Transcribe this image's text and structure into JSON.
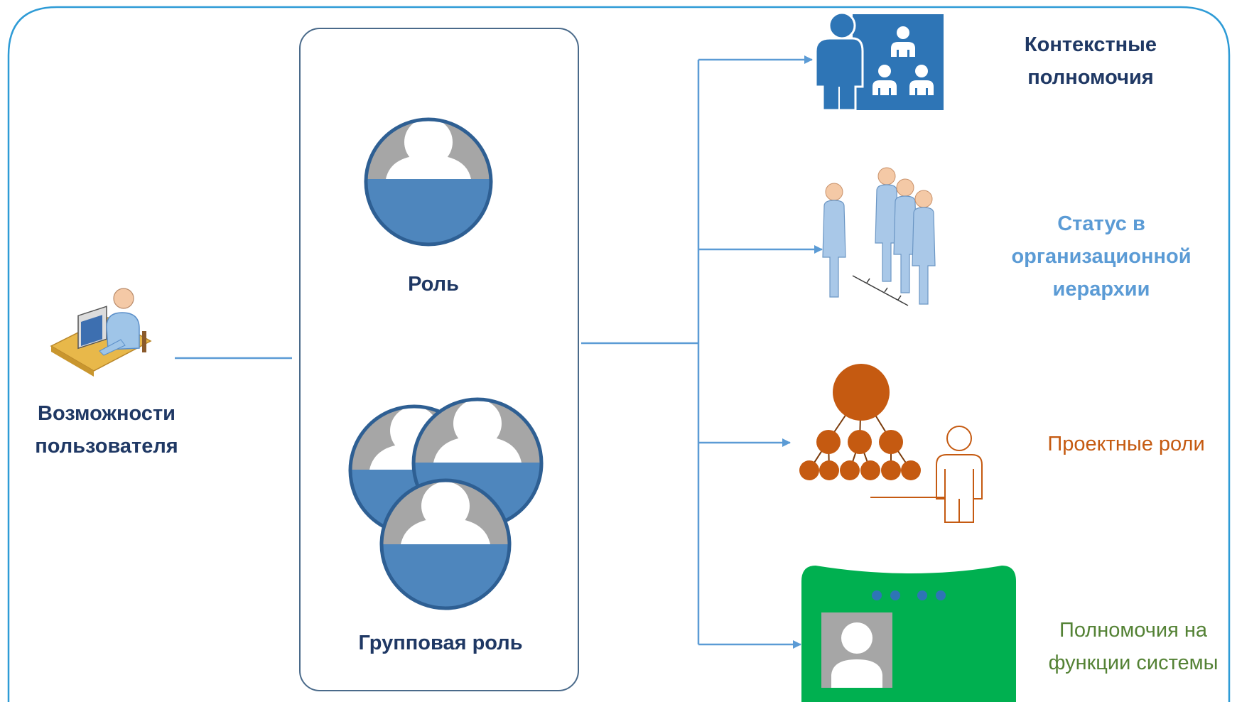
{
  "colors": {
    "frame": "#2e9bd6",
    "connector": "#5b9bd5",
    "role_blue": "#4e86bd",
    "avatar_gray": "#a6a6a6",
    "dark_blue_panel": "#2e75b6",
    "orange": "#c55a11",
    "green_panel": "#00b050",
    "dark_text": "#1f3864",
    "status_text": "#5b9bd5",
    "project_text": "#c55a11",
    "system_text": "#548235"
  },
  "labels": {
    "user": [
      "Возможности",
      "пользователя"
    ],
    "role": "Роль",
    "group_role": "Групповая роль",
    "context": [
      "Контекстные",
      "полномочия"
    ],
    "status": [
      "Статус в",
      "организационной",
      "иерархии"
    ],
    "project": "Проектные роли",
    "system": [
      "Полномочия на",
      "функции системы"
    ]
  },
  "icons": {
    "user": "user-at-computer-icon",
    "role": "role-avatar-icon",
    "group_role": "group-role-avatars-icon",
    "context": "context-presentation-icon",
    "status": "hierarchy-people-icon",
    "project": "project-org-chart-icon",
    "system": "system-id-card-icon"
  }
}
